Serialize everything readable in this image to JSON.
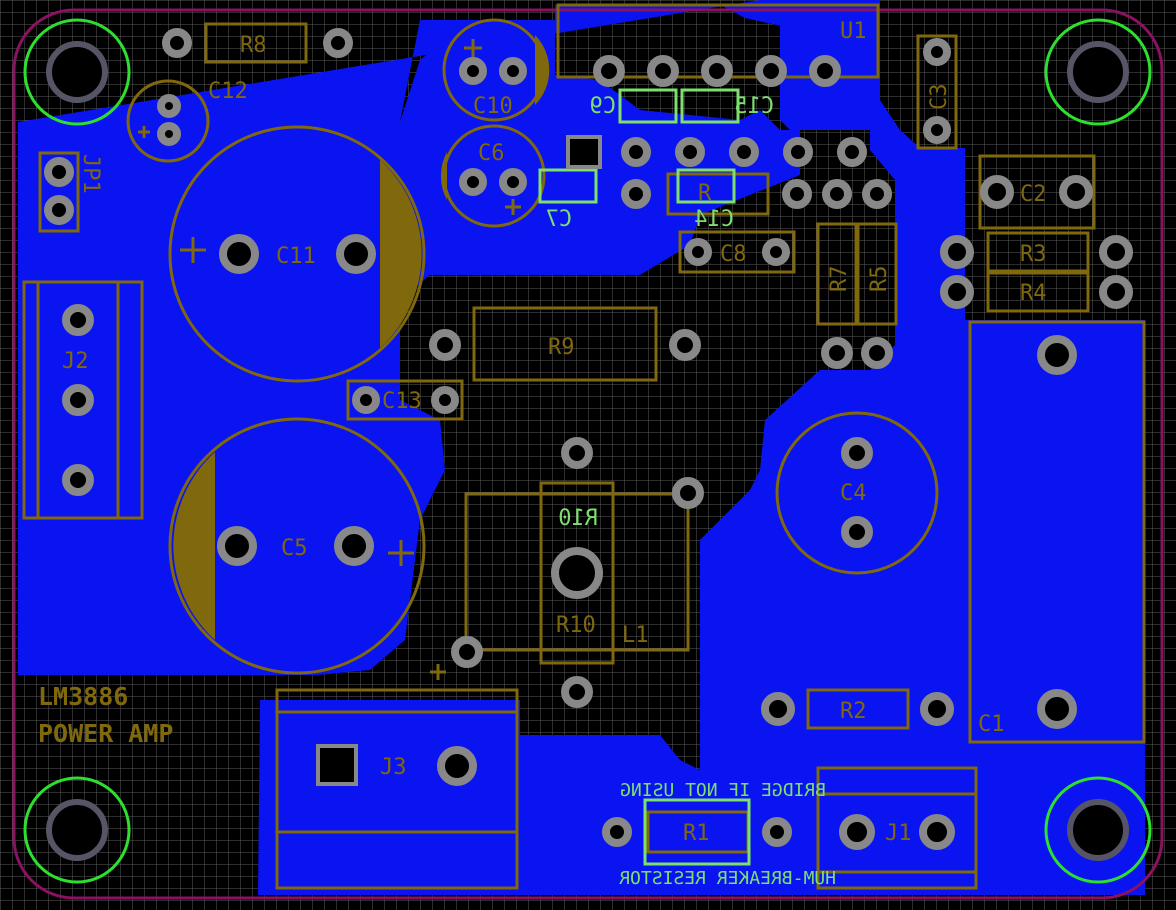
{
  "title": {
    "line1": "LM3886",
    "line2": "POWER AMP"
  },
  "colors": {
    "background": "#000000",
    "copper": "#0a14f0",
    "silk": "#80680c",
    "silk_bottom": "#7de06e",
    "outline": "#8a1260",
    "grid": "#5a5a5a"
  },
  "labels": {
    "r8": "R8",
    "c12": "C12",
    "c10": "C10",
    "u1": "U1",
    "c3": "C3",
    "c9": "C9",
    "c15": "C15",
    "jp1": "JP1",
    "c6": "C6",
    "c11": "C11",
    "c7": "C7",
    "r": "R",
    "c14": "C14",
    "c2": "C2",
    "c8": "C8",
    "r7": "R7",
    "r5": "R5",
    "r3": "R3",
    "r4": "R4",
    "j2": "J2",
    "r9": "R9",
    "c13": "C13",
    "c4": "C4",
    "c5": "C5",
    "r10_bottom": "R10",
    "r10": "R10",
    "l1": "L1",
    "r2": "R2",
    "c1": "C1",
    "j3": "J3",
    "bridge_note": "BRIDGE IF NOT USING",
    "r1": "R1",
    "j1": "J1",
    "hum_note": "HUM-BREAKER RESISTOR"
  }
}
